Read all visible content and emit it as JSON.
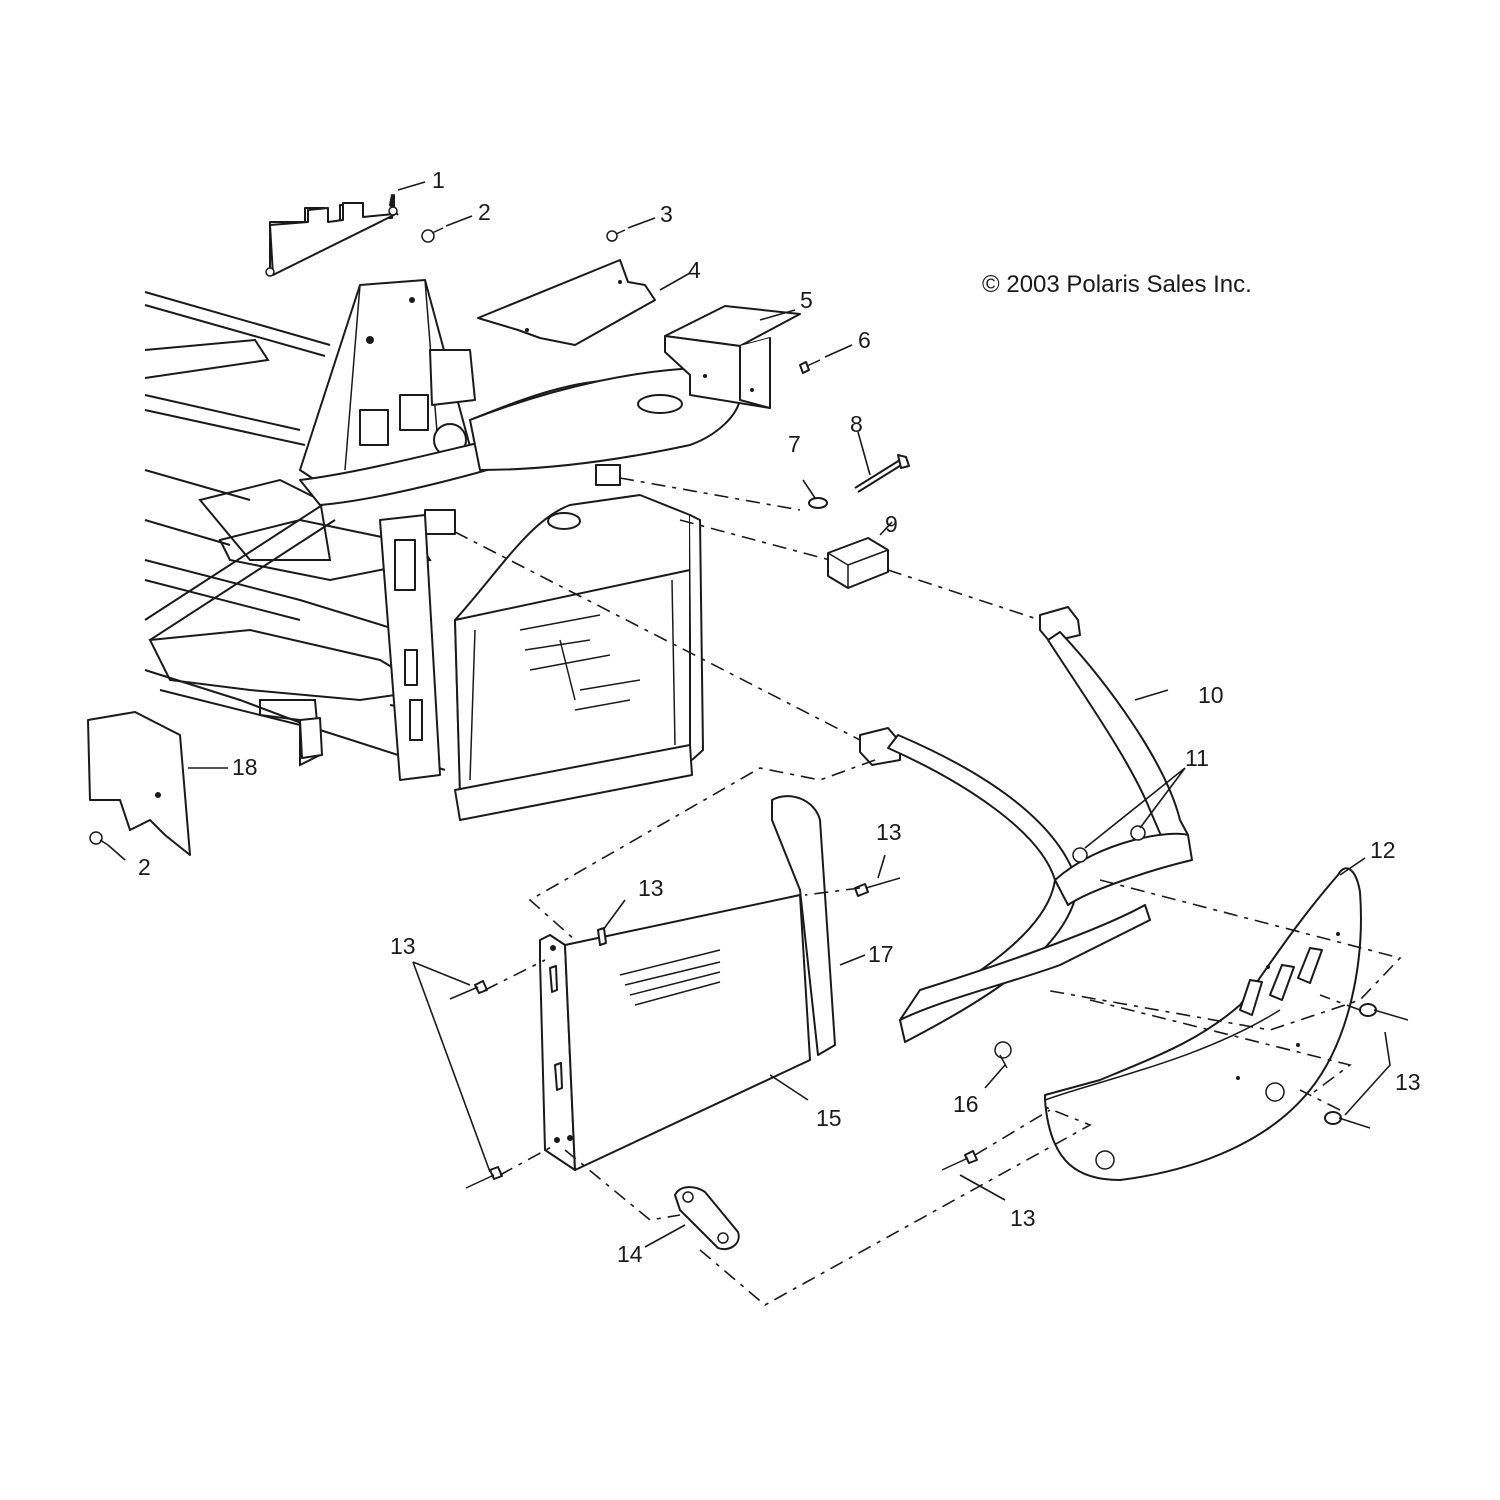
{
  "diagram": {
    "copyright": "© 2003 Polaris Sales Inc.",
    "callouts": {
      "c1": "1",
      "c2a": "2",
      "c2b": "2",
      "c3": "3",
      "c4": "4",
      "c5": "5",
      "c6": "6",
      "c7": "7",
      "c8": "8",
      "c9": "9",
      "c10": "10",
      "c11": "11",
      "c12": "12",
      "c13a": "13",
      "c13b": "13",
      "c13c": "13",
      "c13d": "13",
      "c13e": "13",
      "c14": "14",
      "c15": "15",
      "c16": "16",
      "c17": "17",
      "c18": "18"
    }
  }
}
